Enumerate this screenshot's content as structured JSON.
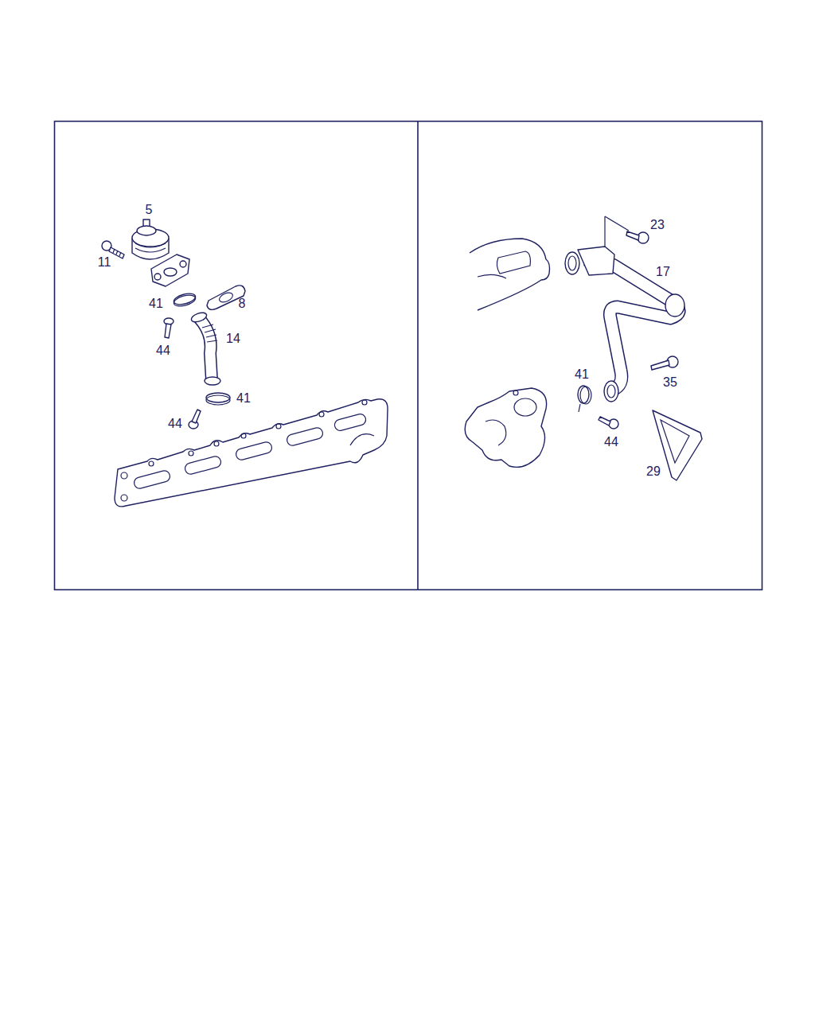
{
  "diagram": {
    "labels": [
      "5",
      "11",
      "41",
      "8",
      "44",
      "14",
      "41",
      "44",
      "23",
      "17",
      "41",
      "35",
      "44",
      "29"
    ]
  }
}
